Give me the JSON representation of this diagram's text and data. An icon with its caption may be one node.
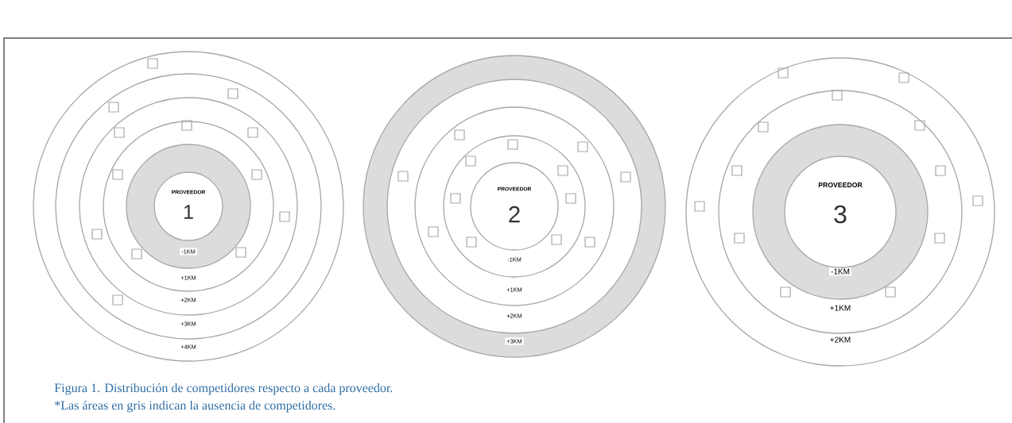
{
  "diagram": {
    "caption": "Figura 1. Distribución de competidores respecto a cada proveedor.",
    "nodes": [
      {
        "text": [
          "+4KM"
        ]
      },
      {
        "text": [
          "+3KM"
        ],
        "in": 0
      },
      {
        "text": [
          "+2KM"
        ],
        "in": 1
      },
      {
        "text": [
          "+1KM"
        ],
        "in": 2
      },
      {
        "text": [
          "-1KM"
        ],
        "in": 3
      },
      {
        "text": [
          "PROVEEDOR",
          "1"
        ],
        "in": 4
      },
      {
        "text": [
          "+3KM"
        ]
      },
      {
        "text": [
          "+2KM"
        ],
        "in": 6
      },
      {
        "text": [
          "+1KM"
        ],
        "in": 7
      },
      {
        "text": [
          "-1KM"
        ],
        "in": 8
      },
      {
        "text": [
          "PROVEEDOR",
          "2"
        ],
        "in": 9
      },
      {
        "text": [
          "+2KM"
        ]
      },
      {
        "text": [
          "+1KM"
        ],
        "in": 11
      },
      {
        "text": [
          "-1KM"
        ],
        "in": 12
      },
      {
        "text": [
          "PROVEEDOR",
          "3"
        ],
        "in": 13
      }
    ],
    "labels": [
      "*Las áreas en gris indican la ausencia de competidores."
    ]
  }
}
